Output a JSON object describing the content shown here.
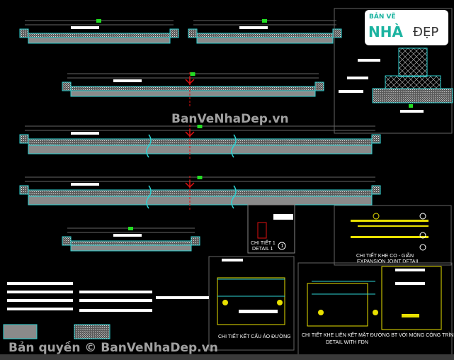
{
  "watermark": {
    "center": "BanVeNhaDep.vn",
    "bottom": "Bản quyền © BanVeNhaDep.vn"
  },
  "logo": {
    "line1": "BẢN VẼ",
    "line2": "NHÀ",
    "line3": "ĐẸP"
  },
  "details": {
    "expansion_joint_vi": "CHI TIẾT KHE CO - GIÃN",
    "expansion_joint_en": "EXPANSION JOINT DETAIL",
    "foundation_joint_vi": "CHI TIẾT KHE LIÊN KẾT MẶT ĐƯỜNG BT VỚI MÓNG CÔNG TRÌNH",
    "foundation_joint_en": "DETAIL WITH FDN",
    "pavement_vi": "CHI TIẾT KẾT CẤU ÁO ĐƯỜNG",
    "detail1_vi": "CHI TIẾT 1",
    "detail1_en": "DETAIL 1",
    "callout_number": "1"
  },
  "colors": {
    "background": "#000000",
    "concrete": "#8a8a8a",
    "outline": "#2ed3d3",
    "rebar": "#e8e000",
    "marker": "#22dd22",
    "axis": "#e01010"
  }
}
